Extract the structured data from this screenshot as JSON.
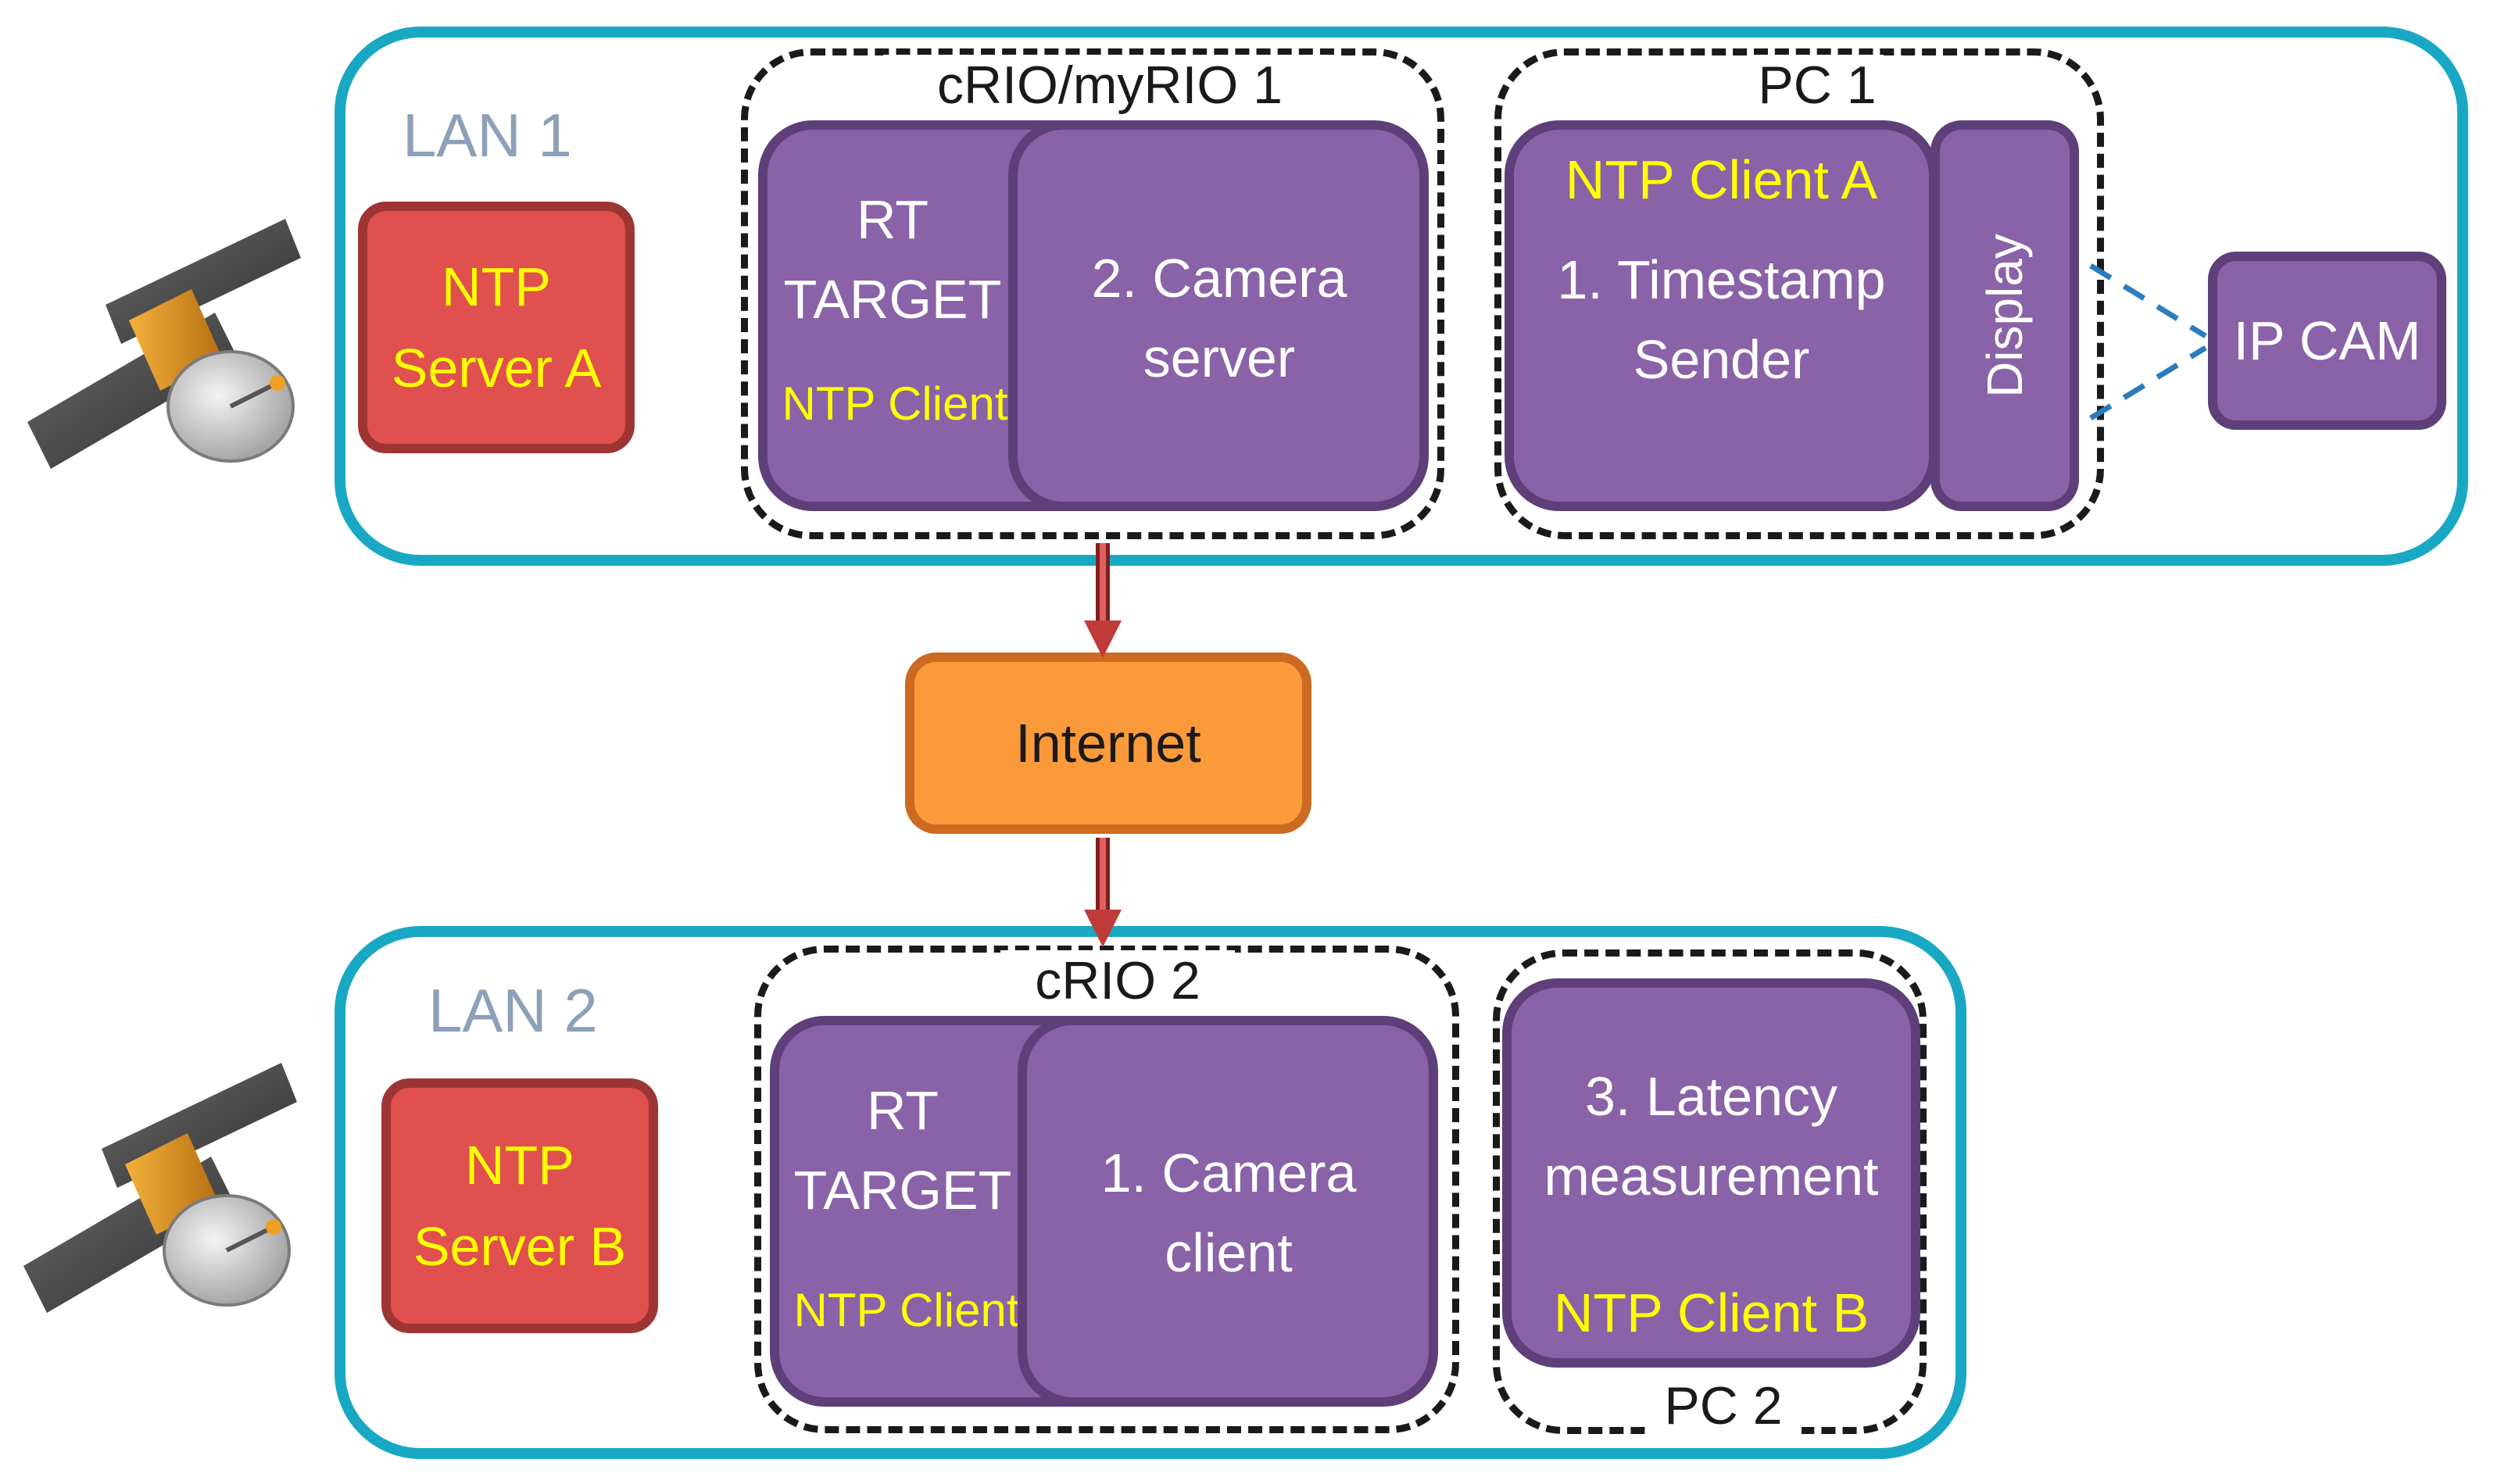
{
  "lan1": {
    "label": "LAN 1",
    "ntp_server": "NTP\nServer A",
    "crio_group_title": "cRIO/myRIO 1",
    "rt_target": "RT\nTARGET",
    "ntp_client": "NTP Client",
    "camera_server": "2. Camera\nserver",
    "pc_group_title": "PC 1",
    "ntp_client_a": "NTP Client A",
    "timestamp_sender": "1. Timestamp\nSender",
    "display": "Display",
    "ip_cam": "IP CAM"
  },
  "internet": {
    "label": "Internet"
  },
  "lan2": {
    "label": "LAN 2",
    "ntp_server": "NTP\nServer B",
    "crio_group_title": "cRIO 2",
    "rt_target": "RT\nTARGET",
    "ntp_client": "NTP Client",
    "camera_client": "1. Camera\nclient",
    "pc_group_title": "PC 2",
    "latency_measurement": "3. Latency\nmeasurement",
    "ntp_client_b": "NTP Client B"
  },
  "colors": {
    "lan_border": "#19a8c3",
    "ntp_server_fill": "#e0504e",
    "module_fill": "#8962a8",
    "module_border": "#5e3f7a",
    "internet_fill": "#fb9a3a",
    "link_arrow": "#c03a3a",
    "label_yellow": "#ffff00",
    "camera_link": "#2b7bbf"
  },
  "icons": [
    "satellite-icon"
  ]
}
